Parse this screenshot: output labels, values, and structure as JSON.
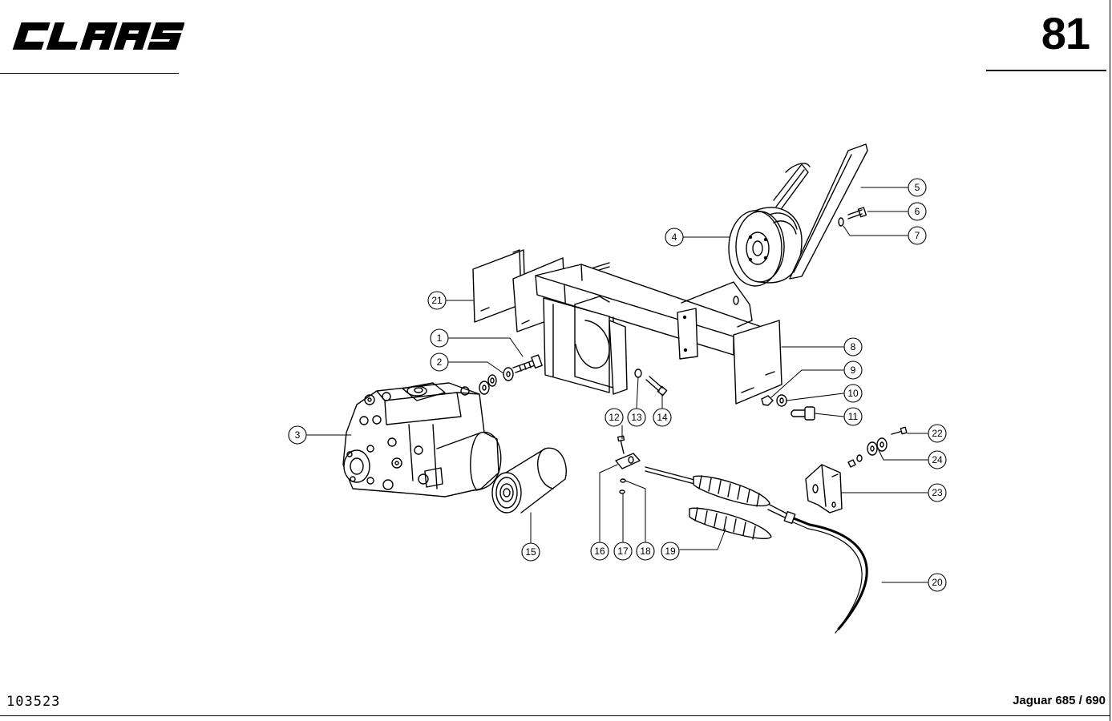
{
  "header": {
    "brand": "CLAAS",
    "page_number": "81"
  },
  "footer": {
    "doc_id": "103523",
    "model": "Jaguar 685 / 690"
  },
  "callouts": [
    {
      "label": "1"
    },
    {
      "label": "2"
    },
    {
      "label": "3"
    },
    {
      "label": "4"
    },
    {
      "label": "5"
    },
    {
      "label": "6"
    },
    {
      "label": "7"
    },
    {
      "label": "8"
    },
    {
      "label": "9"
    },
    {
      "label": "10"
    },
    {
      "label": "11"
    },
    {
      "label": "12"
    },
    {
      "label": "13"
    },
    {
      "label": "14"
    },
    {
      "label": "15"
    },
    {
      "label": "16"
    },
    {
      "label": "17"
    },
    {
      "label": "18"
    },
    {
      "label": "19"
    },
    {
      "label": "20"
    },
    {
      "label": "21"
    },
    {
      "label": "22"
    },
    {
      "label": "23"
    },
    {
      "label": "24"
    }
  ],
  "colors": {
    "ink": "#000000",
    "paper": "#ffffff"
  }
}
